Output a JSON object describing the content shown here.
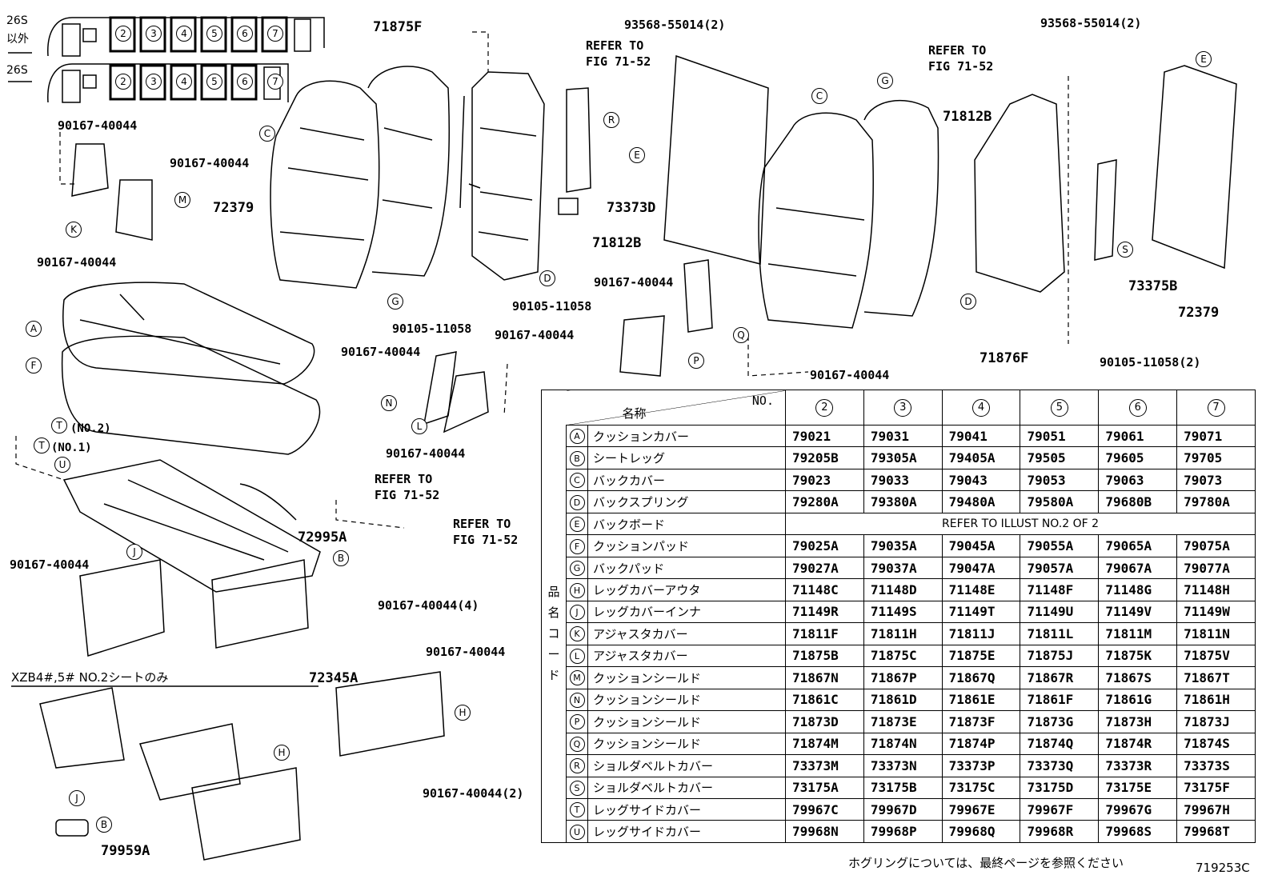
{
  "diagram_code": "719253C",
  "footnote": "ホグリングについては、最終ページを参照ください",
  "variants": [
    {
      "label": "26S",
      "sublabel": "以外",
      "numbers": [
        "2",
        "3",
        "4",
        "5",
        "6",
        "7"
      ]
    },
    {
      "label": "26S",
      "sublabel": "",
      "numbers": [
        "2",
        "3",
        "4",
        "5",
        "6",
        "7"
      ]
    }
  ],
  "note_xzb": "XZB4#,5# NO.2シートのみ",
  "part_labels": {
    "p71875F": "71875F",
    "p93568_l": "93568-55014(2)",
    "p93568_r": "93568-55014(2)",
    "refer1": "REFER TO",
    "refer1b": "FIG 71-52",
    "refer2": "REFER TO",
    "refer2b": "FIG 71-52",
    "refer3": "REFER TO",
    "refer3b": "FIG 71-52",
    "refer4": "REFER TO",
    "refer4b": "FIG 71-52",
    "p90167_a": "90167-40044",
    "p90167_b": "90167-40044",
    "p90167_c": "90167-40044",
    "p90167_d": "90167-40044",
    "p90167_e": "90167-40044",
    "p90167_f": "90167-40044",
    "p90167_g": "90167-40044",
    "p90167_h": "90167-40044",
    "p90167_i": "90167-40044(4)",
    "p90167_j": "90167-40044",
    "p90167_k": "90167-40044(2)",
    "p90167_l": "90167-40044",
    "p72379_l": "72379",
    "p72379_r": "72379",
    "p73373D": "73373D",
    "p71812B_l": "71812B",
    "p71812B_r": "71812B",
    "p90105_a": "90105-11058",
    "p90105_b": "90105-11058",
    "p90105_c": "90105-11058(2)",
    "p73375B": "73375B",
    "p71876F": "71876F",
    "p72995A": "72995A",
    "p72345A": "72345A",
    "p79959A": "79959A",
    "tno2": "(NO.2)",
    "tno1": "(NO.1)"
  },
  "table": {
    "col_name": "名称",
    "col_no": "NO.",
    "side_label": [
      "品",
      "名",
      "コ",
      "ー",
      "ド"
    ],
    "seat_numbers": [
      "2",
      "3",
      "4",
      "5",
      "6",
      "7"
    ],
    "refer_text": "REFER TO ILLUST NO.2 OF 2",
    "rows": [
      {
        "key": "A",
        "name": "クッションカバー",
        "codes": [
          "79021",
          "79031",
          "79041",
          "79051",
          "79061",
          "79071"
        ]
      },
      {
        "key": "B",
        "name": "シートレッグ",
        "codes": [
          "79205B",
          "79305A",
          "79405A",
          "79505",
          "79605",
          "79705"
        ]
      },
      {
        "key": "C",
        "name": "バックカバー",
        "codes": [
          "79023",
          "79033",
          "79043",
          "79053",
          "79063",
          "79073"
        ]
      },
      {
        "key": "D",
        "name": "バックスプリング",
        "codes": [
          "79280A",
          "79380A",
          "79480A",
          "79580A",
          "79680B",
          "79780A"
        ]
      },
      {
        "key": "E",
        "name": "バックボード",
        "codes": []
      },
      {
        "key": "F",
        "name": "クッションパッド",
        "codes": [
          "79025A",
          "79035A",
          "79045A",
          "79055A",
          "79065A",
          "79075A"
        ]
      },
      {
        "key": "G",
        "name": "バックパッド",
        "codes": [
          "79027A",
          "79037A",
          "79047A",
          "79057A",
          "79067A",
          "79077A"
        ]
      },
      {
        "key": "H",
        "name": "レッグカバーアウタ",
        "codes": [
          "71148C",
          "71148D",
          "71148E",
          "71148F",
          "71148G",
          "71148H"
        ]
      },
      {
        "key": "J",
        "name": "レッグカバーインナ",
        "codes": [
          "71149R",
          "71149S",
          "71149T",
          "71149U",
          "71149V",
          "71149W"
        ]
      },
      {
        "key": "K",
        "name": "アジャスタカバー",
        "codes": [
          "71811F",
          "71811H",
          "71811J",
          "71811L",
          "71811M",
          "71811N"
        ]
      },
      {
        "key": "L",
        "name": "アジャスタカバー",
        "codes": [
          "71875B",
          "71875C",
          "71875E",
          "71875J",
          "71875K",
          "71875V"
        ]
      },
      {
        "key": "M",
        "name": "クッションシールド",
        "codes": [
          "71867N",
          "71867P",
          "71867Q",
          "71867R",
          "71867S",
          "71867T"
        ]
      },
      {
        "key": "N",
        "name": "クッションシールド",
        "codes": [
          "71861C",
          "71861D",
          "71861E",
          "71861F",
          "71861G",
          "71861H"
        ]
      },
      {
        "key": "P",
        "name": "クッションシールド",
        "codes": [
          "71873D",
          "71873E",
          "71873F",
          "71873G",
          "71873H",
          "71873J"
        ]
      },
      {
        "key": "Q",
        "name": "クッションシールド",
        "codes": [
          "71874M",
          "71874N",
          "71874P",
          "71874Q",
          "71874R",
          "71874S"
        ]
      },
      {
        "key": "R",
        "name": "ショルダベルトカバー",
        "codes": [
          "73373M",
          "73373N",
          "73373P",
          "73373Q",
          "73373R",
          "73373S"
        ]
      },
      {
        "key": "S",
        "name": "ショルダベルトカバー",
        "codes": [
          "73175A",
          "73175B",
          "73175C",
          "73175D",
          "73175E",
          "73175F"
        ]
      },
      {
        "key": "T",
        "name": "レッグサイドカバー",
        "codes": [
          "79967C",
          "79967D",
          "79967E",
          "79967F",
          "79967G",
          "79967H"
        ]
      },
      {
        "key": "U",
        "name": "レッグサイドカバー",
        "codes": [
          "79968N",
          "79968P",
          "79968Q",
          "79968R",
          "79968S",
          "79968T"
        ]
      }
    ]
  }
}
